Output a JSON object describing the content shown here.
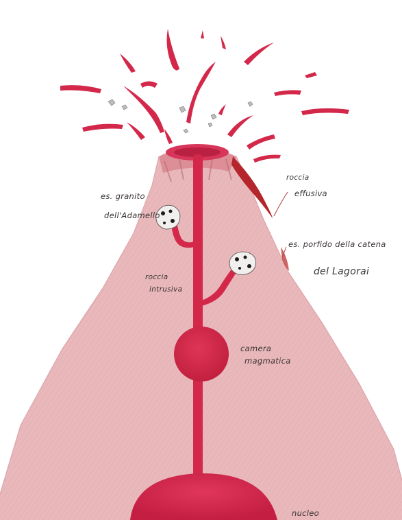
{
  "labels": {
    "roccia_effusiva_1": "roccia",
    "roccia_effusiva_2": "effusiva",
    "granito_1": "es. granito",
    "granito_2": "dell'Adamello",
    "porfido_1": "es. porfido della catena",
    "porfido_2": "del Lagorai",
    "roccia_intrusiva_1": "roccia",
    "roccia_intrusiva_2": "intrusiva",
    "camera_1": "camera",
    "camera_2": "magmatica",
    "nucleo": "nucleo"
  },
  "colors": {
    "background": "#ffffff",
    "mountain": "#e7b3b6",
    "mountain_texture": "#c97c86",
    "magma": "#d3284a",
    "magma_dark": "#b81b3c",
    "lava_flow": "#b5262c",
    "ink": "#3a3433",
    "rock_grey": "#bdbdbd"
  }
}
